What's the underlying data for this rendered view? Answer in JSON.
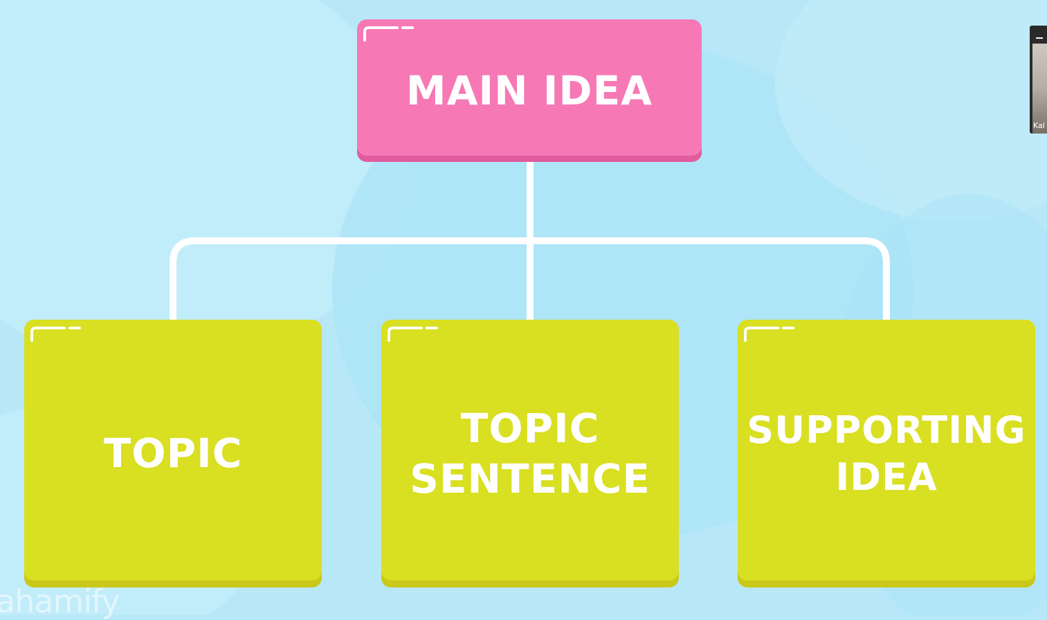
{
  "diagram": {
    "root": {
      "label": "MAIN IDEA"
    },
    "children": [
      {
        "label_lines": [
          "TOPIC"
        ]
      },
      {
        "label_lines": [
          "TOPIC",
          "SENTENCE"
        ]
      },
      {
        "label_lines": [
          "SUPPORTING",
          "IDEA"
        ]
      }
    ]
  },
  "watermark": {
    "text": "ahamify"
  },
  "video_tile": {
    "name": "Kal"
  },
  "colors": {
    "background": "#b8e8f8",
    "root_box": "#f678b5",
    "child_box": "#d9df21",
    "connector": "#ffffff",
    "text": "#ffffff"
  }
}
